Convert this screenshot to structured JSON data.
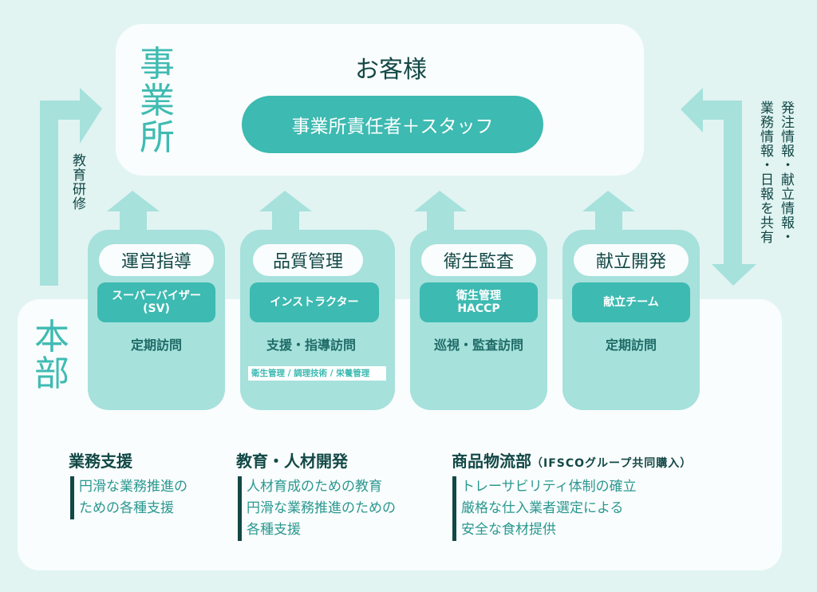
{
  "office": {
    "title": "事業所",
    "customer": "お客様",
    "staff": "事業所責任者＋スタッフ"
  },
  "hq": {
    "title": "本部"
  },
  "left_arrow_label": "教育研修",
  "right_arrow_label": {
    "line1": "発注情報・献立情報・",
    "line2": "業務情報・日報を共有"
  },
  "cards": [
    {
      "label": "運営指導",
      "role_line1": "スーパーバイザー",
      "role_line2": "(SV)",
      "visit": "定期訪問"
    },
    {
      "label": "品質管理",
      "role_line1": "インストラクター",
      "role_line2": "",
      "visit": "支援・指導訪問",
      "tag": "衛生管理 / 調理技術 / 栄養管理"
    },
    {
      "label": "衛生監査",
      "role_line1": "衛生管理",
      "role_line2": "HACCP",
      "visit": "巡視・監査訪問"
    },
    {
      "label": "献立開発",
      "role_line1": "献立チーム",
      "role_line2": "",
      "visit": "定期訪問"
    }
  ],
  "sections": [
    {
      "title": "業務支援",
      "items": [
        "円滑な業務推進の\nための各種支援"
      ]
    },
    {
      "title": "教育・人材開発",
      "items": [
        "人材育成のための教育",
        "円滑な業務推進のための\n各種支援"
      ]
    },
    {
      "title": "商品物流部",
      "subtitle": "（IFSCOグループ共同購入）",
      "items": [
        "トレーサビリティ体制の確立",
        "厳格な仕入業者選定による\n安全な食材提供"
      ]
    }
  ],
  "colors": {
    "accent": "#3dbab1",
    "light": "#a6e1dc",
    "bg": "#e1f4f2",
    "text": "#124846"
  }
}
